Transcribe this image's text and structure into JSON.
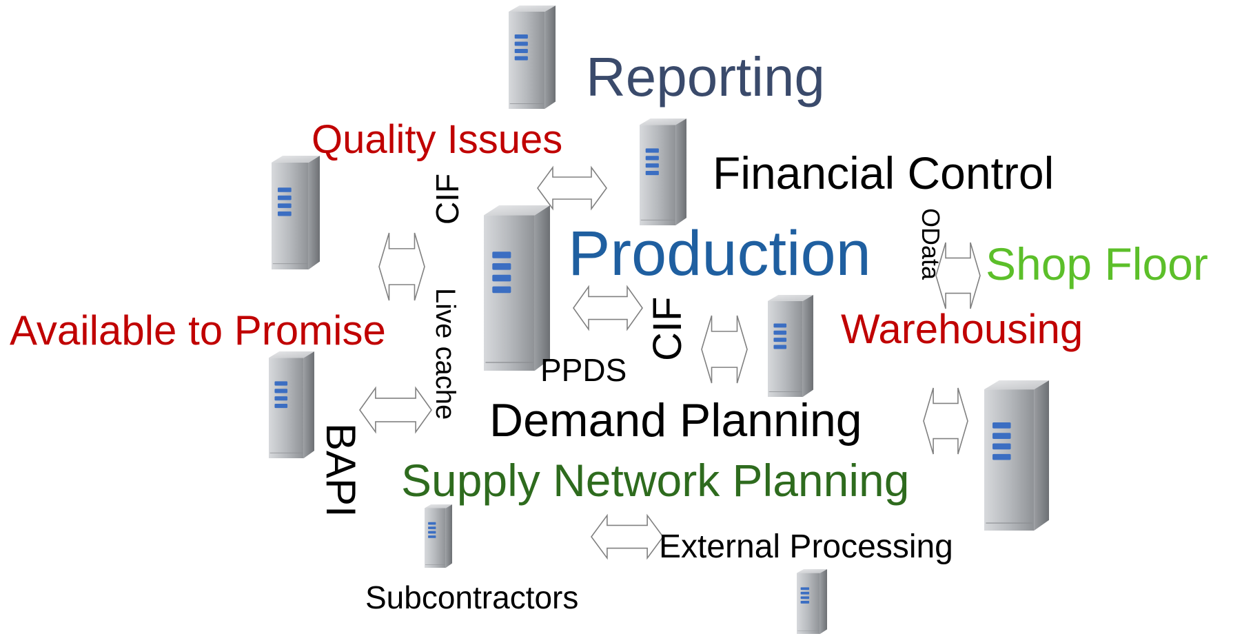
{
  "labels": {
    "reporting": "Reporting",
    "quality_issues": "Quality Issues",
    "financial_control": "Financial Control",
    "production": "Production",
    "shop_floor": "Shop Floor",
    "warehousing": "Warehousing",
    "available_to_promise": "Available to Promise",
    "ppds": "PPDS",
    "demand_planning": "Demand Planning",
    "supply_network_planning": "Supply Network Planning",
    "external_processing": "External Processing",
    "subcontractors": "Subcontractors"
  },
  "interface_labels": {
    "cif_top": "CIF",
    "cif_middle": "CIF",
    "live_cache": "Live cache",
    "odata": "OData",
    "bapi": "BAPI"
  },
  "colors": {
    "reporting": "#3a4a6b",
    "quality_issues": "#c00000",
    "financial_control": "#000000",
    "production": "#1f5fa0",
    "shop_floor": "#5cbf2a",
    "warehousing": "#c00000",
    "available_to_promise": "#c00000",
    "supply_network_planning": "#2e6b1e",
    "default_text": "#000000",
    "arrow_stroke": "#808080",
    "server_body": "#b9bcc0",
    "server_slot": "#3b6ec2"
  },
  "icons": {
    "server": "server-icon",
    "arrow": "double-arrow-icon"
  }
}
